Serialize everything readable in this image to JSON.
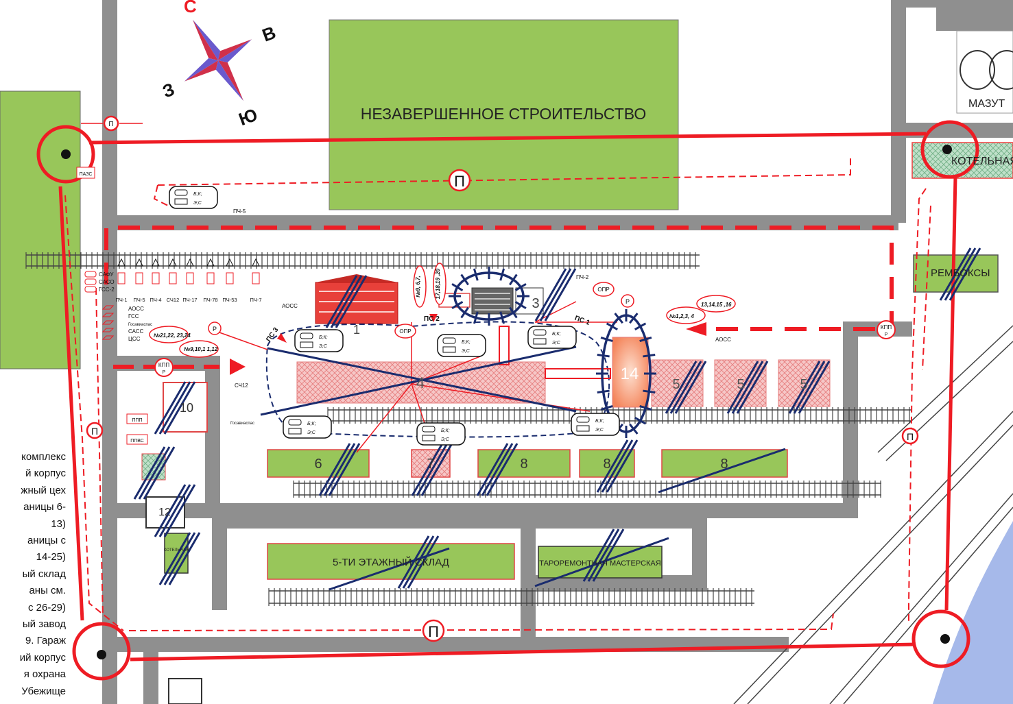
{
  "compass": {
    "north": "С",
    "east": "В",
    "south": "Ю",
    "west": "З"
  },
  "buildings": {
    "unfinished": "НЕЗАВЕРШЕННОЕ СТРОИТЕЛЬСТВО",
    "mazut": "МАЗУТ",
    "boiler_house": "КОТЕЛЬНАЯ",
    "repair_boxes": "РЕМБОКСЫ",
    "warehouse_5": "5-ТИ ЭТАЖНЫЙ СКЛАД",
    "tare_workshop": "ТАРОРЕМОНТНАЯ МАСТЕРСКАЯ",
    "boiler_small": "КОТЕЛЬНАЯ",
    "b1": "1",
    "b3": "3",
    "b4": "4",
    "b14": "14",
    "b5": "5",
    "b6": "6",
    "b7": "7",
    "b8": "8",
    "b10": "10",
    "b12": "12"
  },
  "labels": {
    "p": "П",
    "pazs": "ПАЗС",
    "kpp": "КПП",
    "ppp": "ППП",
    "ppvs": "ППВС",
    "aoss": "АОСС",
    "opr": "ОПР",
    "r": "Р",
    "ps1": "ПС 1",
    "ps2": "ПС 2",
    "ps3": "ПС 3",
    "pch5": "ПЧ-5",
    "pch2": "ПЧ-2",
    "sch12": "СЧ12",
    "gosavias": "Госавиаспас",
    "bk": "Б;К;",
    "ec": "Э;С",
    "gr1": "№21,22, 23,24",
    "gr2": "№9,10,1 1,12",
    "gr3": "№9, 6,7,",
    "gr4": "17,18,19 ,20",
    "gr5": "13,14,15 ,16",
    "gr6": "№1,2,3, 4"
  },
  "unit_list": {
    "left": [
      "САФУ",
      "САСО",
      "ГСС-2"
    ],
    "left2": [
      "АОСС",
      "ГСС",
      "Госавиаспас",
      "САСС",
      "ЦСС"
    ],
    "top_row": [
      "ПЧ-1",
      "ПЧ-5",
      "ПЧ-4",
      "СЧ12",
      "ПЧ-17",
      "ПЧ-78",
      "ПЧ-53",
      "ПЧ-7"
    ]
  },
  "legend": [
    "комплекс",
    "й корпус",
    "жный цех",
    "аницы 6-",
    "13)",
    "аницы  с",
    "14-25)",
    "ый склад",
    "аны см.",
    "с 26-29)",
    "ый завод",
    "9. Гараж",
    "ий корпус",
    "я охрана",
    "Убежище"
  ],
  "colors": {
    "road": "#8f8f8f",
    "green": "#98c65a",
    "red": "#ee1c24",
    "navy": "#1a2c6e",
    "hatch": "#f4b4b4"
  }
}
